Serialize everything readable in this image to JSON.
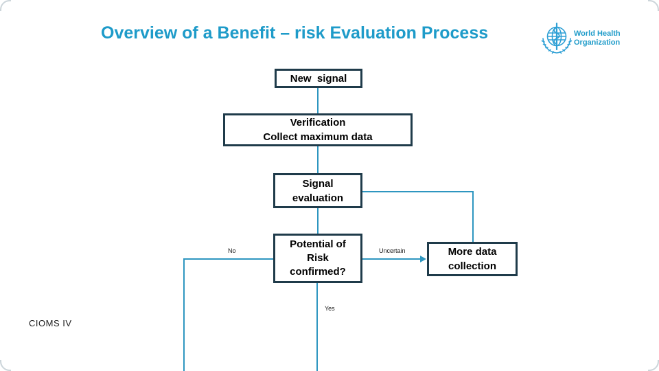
{
  "title": "Overview of a Benefit – risk Evaluation Process",
  "logo": {
    "name": "World Health Organization",
    "line1": "World Health",
    "line2": "Organization"
  },
  "flowchart": {
    "new_signal": "New  signal",
    "verification": {
      "line1": "Verification",
      "line2": "Collect maximum data"
    },
    "signal_evaluation": {
      "line1": "Signal",
      "line2": "evaluation"
    },
    "potential_risk": {
      "line1": "Potential of",
      "line2": "Risk",
      "line3": "confirmed?"
    },
    "more_data": {
      "line1": "More data",
      "line2": "collection"
    },
    "labels": {
      "no": "No",
      "uncertain": "Uncertain",
      "yes": "Yes"
    }
  },
  "footer": {
    "reference": "CIOMS IV"
  },
  "colors": {
    "title_accent": "#1e9bc9",
    "connector": "#2e96c0",
    "box_border": "#1f3b4a",
    "box_fill": "#ffffff",
    "text": "#000000"
  }
}
